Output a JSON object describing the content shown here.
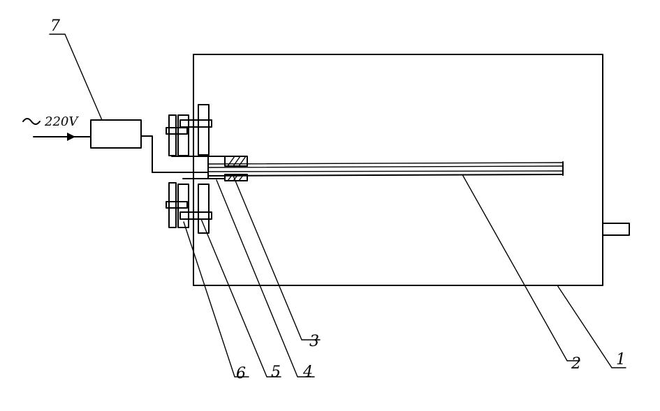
{
  "diagram": {
    "supply_label": "220V",
    "part_labels": {
      "p1": "1",
      "p2": "2",
      "p3": "3",
      "p4": "4",
      "p5": "5",
      "p6": "6",
      "p7": "7"
    }
  }
}
